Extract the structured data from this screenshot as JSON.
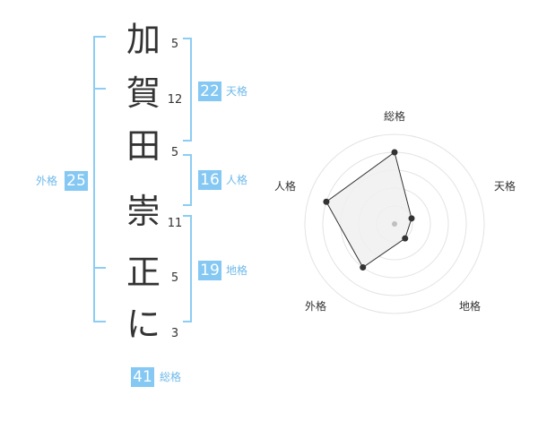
{
  "name": {
    "chars": [
      {
        "char": "加",
        "strokes": "5"
      },
      {
        "char": "賀",
        "strokes": "12"
      },
      {
        "char": "田",
        "strokes": "5"
      },
      {
        "char": "崇",
        "strokes": "11"
      },
      {
        "char": "正",
        "strokes": "5"
      },
      {
        "char": "に",
        "strokes": "3"
      }
    ]
  },
  "fortunes": {
    "tenkaku": {
      "label": "天格",
      "value": "22"
    },
    "jinkaku": {
      "label": "人格",
      "value": "16"
    },
    "chikaku": {
      "label": "地格",
      "value": "19"
    },
    "gaikaku": {
      "label": "外格",
      "value": "25"
    },
    "soukaku": {
      "label": "総格",
      "value": "41"
    }
  },
  "radar": {
    "axes": [
      "総格",
      "天格",
      "地格",
      "外格",
      "人格"
    ],
    "values": [
      4,
      1,
      1,
      3,
      4
    ],
    "max": 5
  },
  "colors": {
    "accent": "#84c8f3",
    "bracket": "#8ccdf3",
    "label": "#6fb9ea",
    "text": "#333333"
  }
}
